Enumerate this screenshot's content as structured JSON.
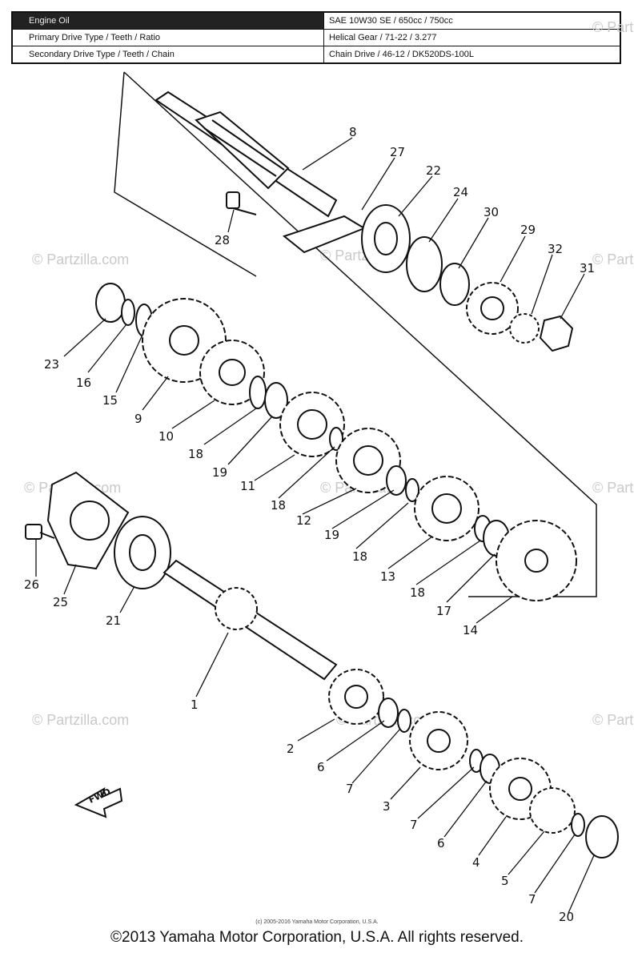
{
  "spec_table": {
    "rows": [
      {
        "label": "Engine Oil",
        "value": "SAE 10W30 SE / 650cc / 750cc"
      },
      {
        "label": "Primary Drive Type / Teeth / Ratio",
        "value": "Helical Gear / 71-22 / 3.277"
      },
      {
        "label": "Secondary Drive Type / Teeth / Chain",
        "value": "Chain Drive / 46-12 / DK520DS-100L"
      }
    ]
  },
  "callouts": [
    "8",
    "27",
    "22",
    "24",
    "30",
    "29",
    "32",
    "31",
    "28",
    "23",
    "16",
    "15",
    "9",
    "10",
    "18",
    "19",
    "11",
    "18",
    "12",
    "19",
    "18",
    "13",
    "18",
    "17",
    "14",
    "26",
    "25",
    "21",
    "1",
    "2",
    "6",
    "7",
    "3",
    "7",
    "6",
    "4",
    "5",
    "7",
    "20"
  ],
  "watermark": "© Partzilla.com",
  "fwd_label": "FWD",
  "small_copyright": "(c) 2005-2016 Yamaha Motor Corporation, U.S.A.",
  "copyright": "©2013 Yamaha Motor Corporation, U.S.A. All rights reserved."
}
